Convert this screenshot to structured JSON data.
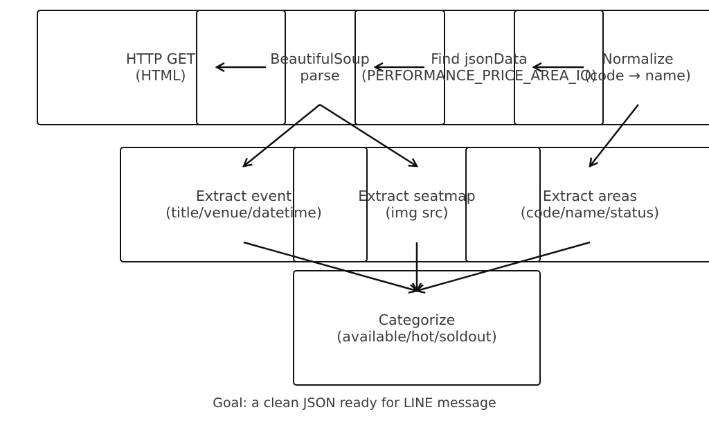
{
  "nodes": {
    "http_get": {
      "line1": "HTTP GET",
      "line2": "(HTML)"
    },
    "parse": {
      "line1": "BeautifulSoup",
      "line2": "parse"
    },
    "json_data": {
      "line1": "Find jsonData",
      "line2": "(PERFORMANCE_PRICE_AREA_IO)"
    },
    "normalize": {
      "line1": "Normalize",
      "line2": "(code → name)"
    },
    "extract_event": {
      "line1": "Extract event",
      "line2": "(title/venue/datetime)"
    },
    "extract_seatmap": {
      "line1": "Extract seatmap",
      "line2": "(img src)"
    },
    "extract_areas": {
      "line1": "Extract areas",
      "line2": "(code/name/status)"
    },
    "categorize": {
      "line1": "Categorize",
      "line2": "(available/hot/soldout)"
    }
  },
  "caption": "Goal: a clean JSON ready for LINE message",
  "colors": {
    "stroke": "#111111",
    "text": "#3b3b3b",
    "background": "#ffffff"
  }
}
